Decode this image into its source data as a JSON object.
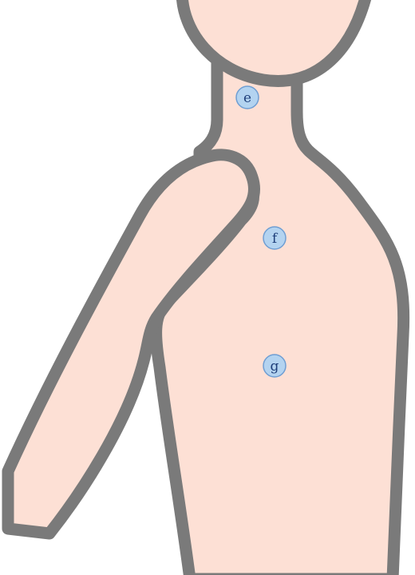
{
  "colors": {
    "skin": "#fde0d5",
    "outline": "#7a7a7a",
    "marker_fill": "#b3d3f0",
    "marker_stroke": "#6f9ed3",
    "marker_text": "#1f3f7a"
  },
  "markers": [
    {
      "id": "e",
      "label": "e",
      "region": "neck"
    },
    {
      "id": "f",
      "label": "f",
      "region": "upper-chest"
    },
    {
      "id": "g",
      "label": "g",
      "region": "mid-torso"
    }
  ]
}
